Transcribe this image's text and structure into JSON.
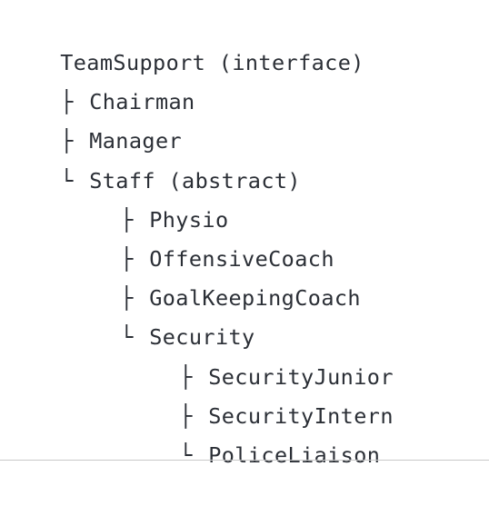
{
  "tree": {
    "root": "TeamSupport (interface)",
    "nodes": [
      {
        "branch": "├",
        "label": "Chairman",
        "depth": 1
      },
      {
        "branch": "├",
        "label": "Manager",
        "depth": 1
      },
      {
        "branch": "└",
        "label": "Staff (abstract)",
        "depth": 1
      },
      {
        "branch": "├",
        "label": "Physio",
        "depth": 2
      },
      {
        "branch": "├",
        "label": "OffensiveCoach",
        "depth": 2
      },
      {
        "branch": "├",
        "label": "GoalKeepingCoach",
        "depth": 2
      },
      {
        "branch": "└",
        "label": "Security",
        "depth": 2
      },
      {
        "branch": "├",
        "label": "SecurityJunior",
        "depth": 3
      },
      {
        "branch": "├",
        "label": "SecurityIntern",
        "depth": 3
      },
      {
        "branch": "└",
        "label": "PoliceLiaison",
        "depth": 3
      }
    ]
  }
}
